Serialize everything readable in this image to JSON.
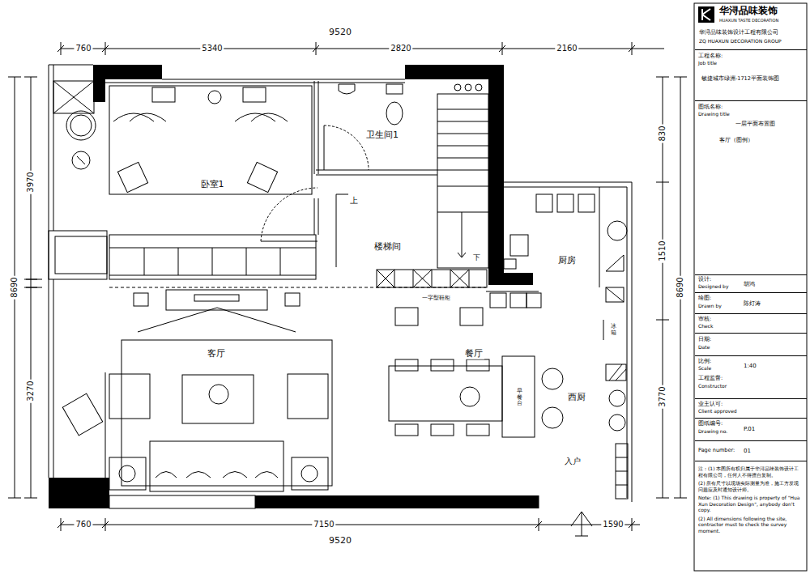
{
  "diagram": {
    "nodes": [
      {
        "text": [
          "华浔品味装饰",
          "HUAXUN TASTE DECORATION",
          "华浔品味装饰设计工程有限公司",
          "ZQ HUAXUN DECORATION GROUP"
        ]
      },
      {
        "text": [
          "工程名称:",
          "Job title",
          "敏捷城市绿洲-1712平面装饰图"
        ]
      },
      {
        "text": [
          "图纸名称:",
          "Drawing title",
          "一层平面布置图",
          "客厅（图例）"
        ]
      },
      {
        "text": [
          "设计:",
          "Designed by",
          "胡鸿"
        ]
      },
      {
        "text": [
          "绘图:",
          "Drawn by",
          "陈灯涛"
        ]
      },
      {
        "text": [
          "审核:",
          "Check"
        ]
      },
      {
        "text": [
          "日期:",
          "Date"
        ]
      },
      {
        "text": [
          "比例:",
          "Scale",
          "1:40",
          "工程监督:",
          "Constructor"
        ]
      },
      {
        "text": [
          "业主认可:",
          "Client approved"
        ]
      },
      {
        "text": [
          "图纸编号:",
          "Drawing no.",
          "P.01"
        ]
      },
      {
        "text": [
          "Page number:",
          "01"
        ]
      },
      {
        "text": [
          "注：(1) 本图所有权归属于华浔品味装饰设计工程有限公司，任何人不得擅自复制。",
          "(2) 所有尺寸以现场实际测量为准，施工方发现问题应及时通知设计师。",
          "Note: (1) This drawing is property of \"Hua Xun Decoration Design\", anybody don't copy.",
          "(2) All dimensions following the site, contractor must to check the survey moment."
        ]
      }
    ],
    "labels": [
      "9520",
      "760",
      "5340",
      "2820",
      "2160",
      "3970",
      "8690",
      "3270",
      "830",
      "1510",
      "8690",
      "3770",
      "760",
      "7150",
      "1590",
      "9520",
      "卧室1",
      "卫生间1",
      "上",
      "楼梯间",
      "下",
      "厨房",
      "一字型鞋柜",
      "客厅",
      "餐厅",
      "早餐台",
      "西厨",
      "冰箱",
      "入户"
    ]
  }
}
